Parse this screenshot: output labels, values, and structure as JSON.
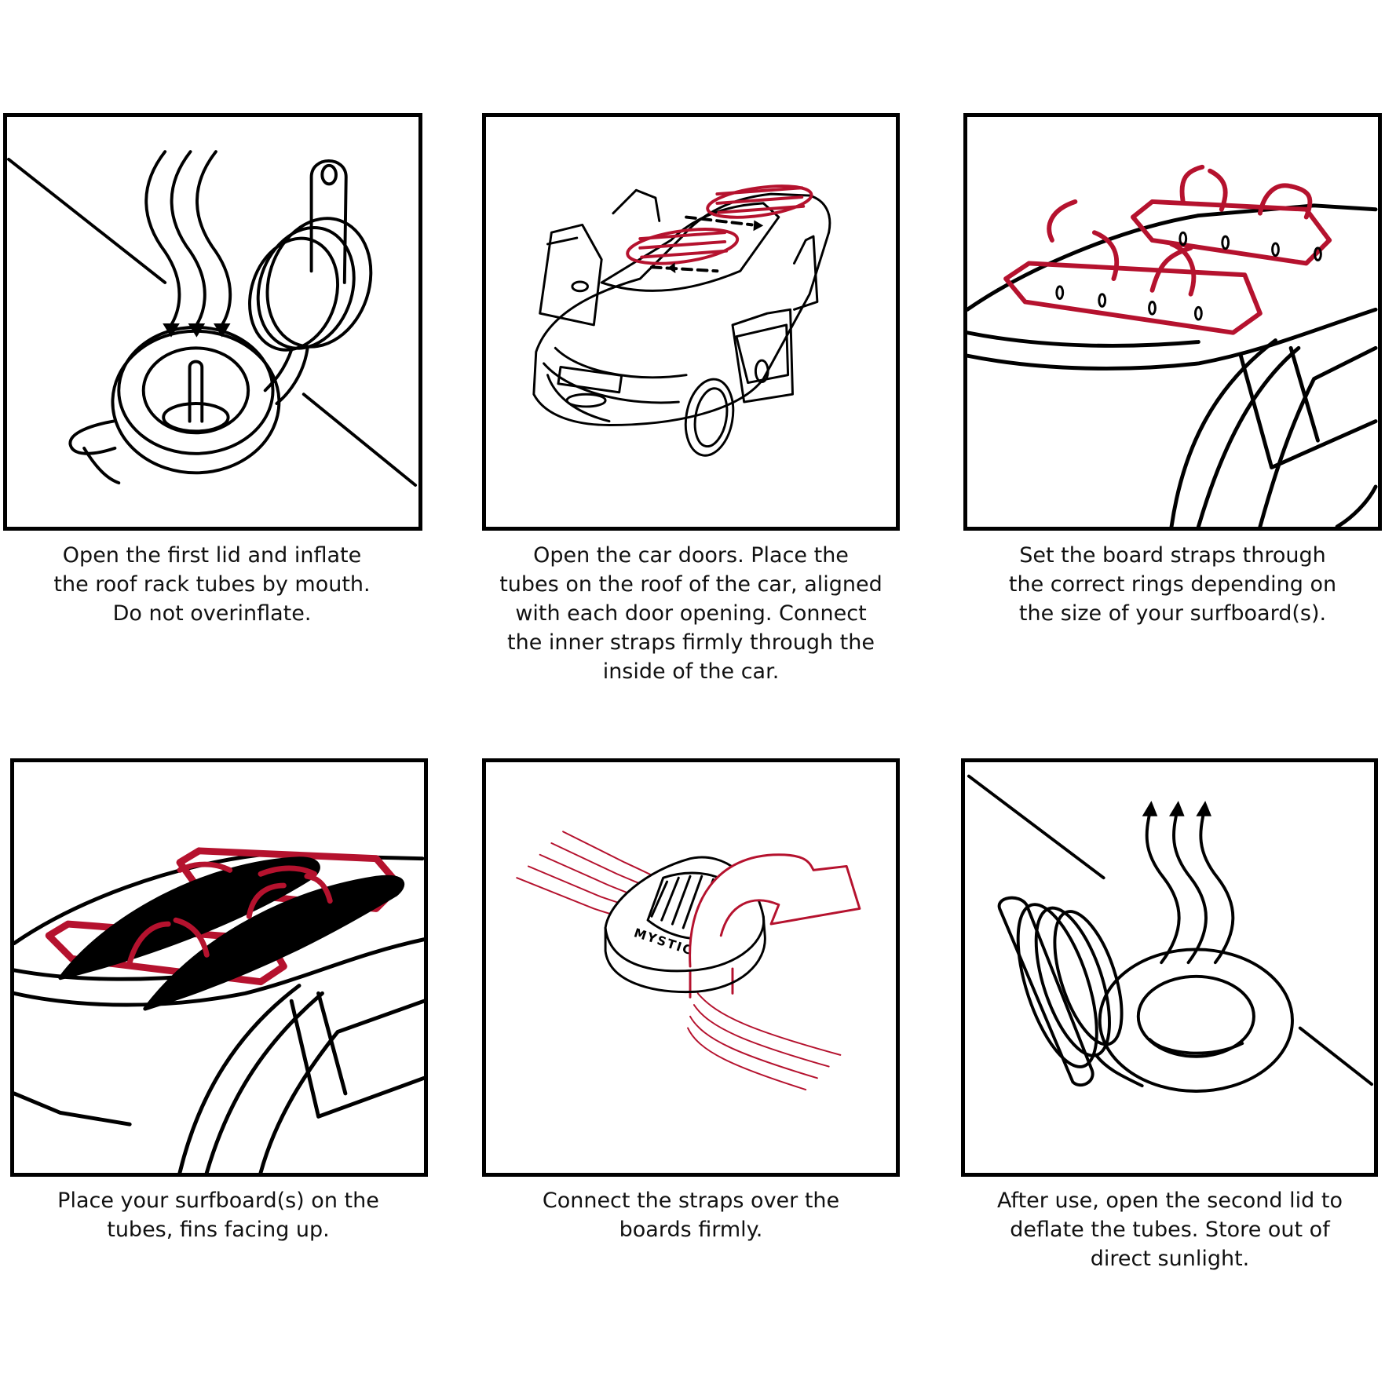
{
  "colors": {
    "ink": "#000000",
    "accent": "#b5122e",
    "background": "#ffffff"
  },
  "steps": [
    {
      "caption": "Open the first lid and inflate\nthe roof rack tubes by mouth.\nDo not overinflate.",
      "icon": "valve-inflate-icon"
    },
    {
      "caption": "Open the car doors. Place the\ntubes on the roof of the car, aligned\nwith each door opening. Connect\nthe inner straps firmly through the\ninside of the car.",
      "icon": "car-doors-open-icon"
    },
    {
      "caption": "Set the board straps through\nthe correct rings depending on\nthe size of your surfboard(s).",
      "icon": "roof-straps-icon"
    },
    {
      "caption": "Place your surfboard(s) on the\ntubes, fins facing up.",
      "icon": "surfboards-on-roof-icon"
    },
    {
      "caption": "Connect the straps over the\nboards firmly.",
      "icon": "strap-buckle-icon"
    },
    {
      "caption": "After use, open the second lid to\ndeflate the tubes. Store out of\ndirect sunlight.",
      "icon": "valve-deflate-icon"
    }
  ],
  "buckle_brand": "MYSTIC"
}
